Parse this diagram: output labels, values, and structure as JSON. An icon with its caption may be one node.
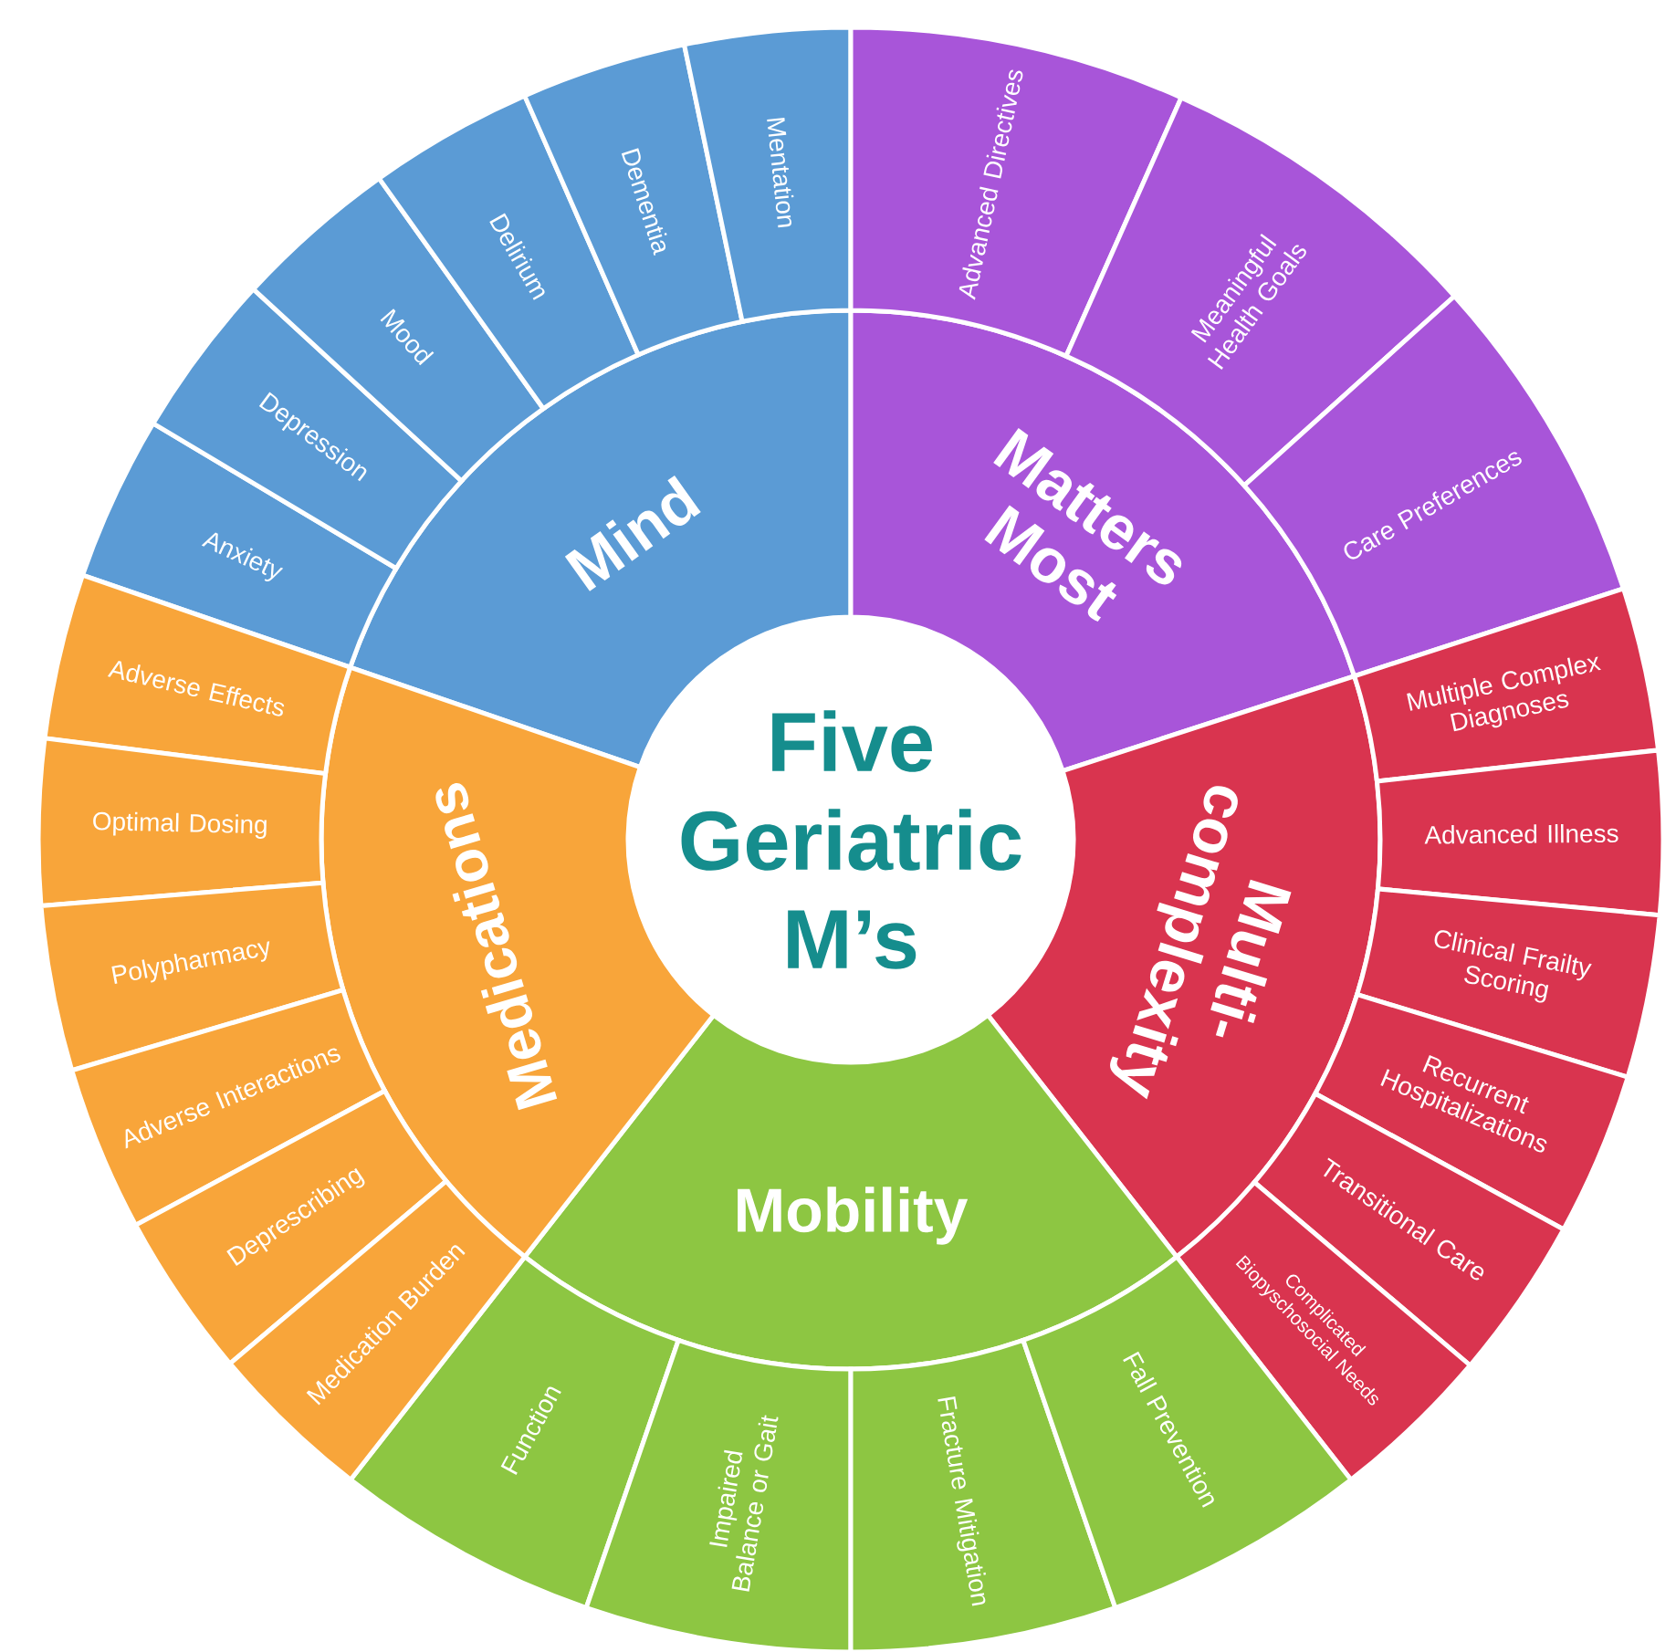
{
  "diagram": {
    "nodes": [
      {
        "text": [
          "Five Geriatric M’s"
        ]
      },
      {
        "text": [
          "Mind"
        ]
      },
      {
        "text": [
          "Matters Most"
        ]
      },
      {
        "text": [
          "Multi- complexity"
        ]
      },
      {
        "text": [
          "Mobility"
        ]
      },
      {
        "text": [
          "Medications"
        ]
      },
      {
        "text": [
          "Anxiety"
        ]
      },
      {
        "text": [
          "Depression"
        ]
      },
      {
        "text": [
          "Mood"
        ]
      },
      {
        "text": [
          "Delirium"
        ]
      },
      {
        "text": [
          "Dementia"
        ]
      },
      {
        "text": [
          "Mentation"
        ]
      },
      {
        "text": [
          "Advanced Directives"
        ]
      },
      {
        "text": [
          "Meaningful Health Goals"
        ]
      },
      {
        "text": [
          "Care Preferences"
        ]
      },
      {
        "text": [
          "Multiple Complex Diagnoses"
        ]
      },
      {
        "text": [
          "Advanced Illness"
        ]
      },
      {
        "text": [
          "Clinical Frailty Scoring"
        ]
      },
      {
        "text": [
          "Recurrent Hospitalizations"
        ]
      },
      {
        "text": [
          "Transitional Care"
        ]
      },
      {
        "text": [
          "Complicated Biopyschosocial Needs"
        ]
      },
      {
        "text": [
          "Function"
        ]
      },
      {
        "text": [
          "Impaired Balance or Gait"
        ]
      },
      {
        "text": [
          "Fracture Mitigation"
        ]
      },
      {
        "text": [
          "Fall Prevention"
        ]
      },
      {
        "text": [
          "Adverse Effects"
        ]
      },
      {
        "text": [
          "Optimal Dosing"
        ]
      },
      {
        "text": [
          "Polypharmacy"
        ]
      },
      {
        "text": [
          "Adverse Interactions"
        ]
      },
      {
        "text": [
          "Deprescribing"
        ]
      },
      {
        "text": [
          "Medication Burden"
        ]
      }
    ]
  }
}
